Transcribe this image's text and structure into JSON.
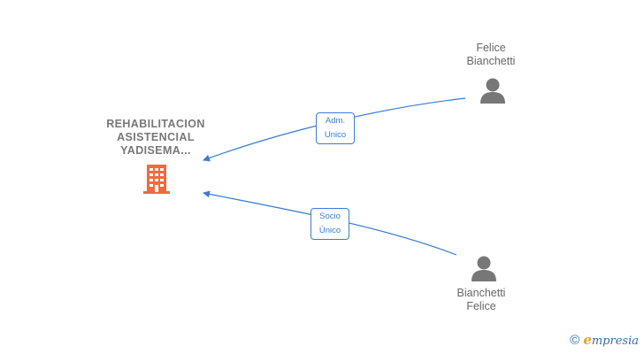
{
  "company": {
    "name_lines": [
      "REHABILITACION",
      "ASISTENCIAL",
      "YADISEMA..."
    ],
    "icon": "building-icon",
    "color": "#f26a3d"
  },
  "persons": [
    {
      "name_lines": [
        "Felice",
        "Bianchetti"
      ],
      "icon": "person-icon"
    },
    {
      "name_lines": [
        "Bianchetti",
        "Felice"
      ],
      "icon": "person-icon"
    }
  ],
  "edges": [
    {
      "label_lines": [
        "Adm.",
        "Unico"
      ]
    },
    {
      "label_lines": [
        "Socio",
        "Único"
      ]
    }
  ],
  "colors": {
    "edge": "#3a7bd5",
    "person_icon": "#777777",
    "brand": "#2c6fb3",
    "brand_accent": "#e8a020"
  },
  "footer": {
    "copyright": "©",
    "brand_first": "e",
    "brand_rest": "mpresia"
  }
}
